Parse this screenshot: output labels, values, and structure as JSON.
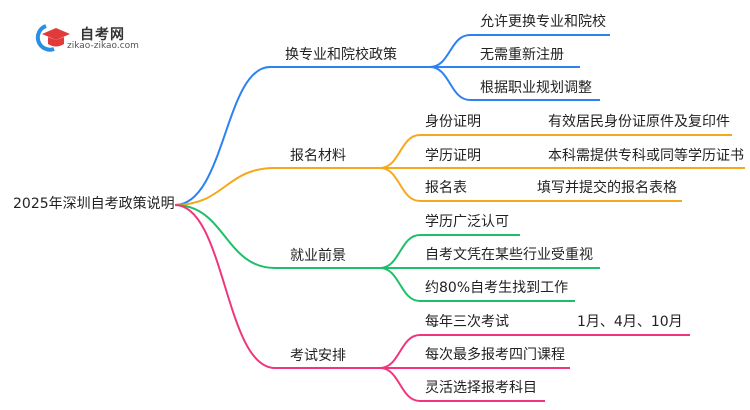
{
  "logo": {
    "title": "自考网",
    "url": "zikao-zikao.com"
  },
  "root": "2025年深圳自考政策说明",
  "colors": {
    "blue": "#2b82f0",
    "orange": "#f5a81c",
    "green": "#1dbf6a",
    "pink": "#f0357c"
  },
  "branches": [
    {
      "label": "换专业和院校政策",
      "leaves": [
        {
          "label": "允许更换专业和院校"
        },
        {
          "label": "无需重新注册"
        },
        {
          "label": "根据职业规划调整"
        }
      ]
    },
    {
      "label": "报名材料",
      "leaves": [
        {
          "label": "身份证明",
          "detail": "有效居民身份证原件及复印件"
        },
        {
          "label": "学历证明",
          "detail": "本科需提供专科或同等学历证书"
        },
        {
          "label": "报名表",
          "detail": "填写并提交的报名表格"
        }
      ]
    },
    {
      "label": "就业前景",
      "leaves": [
        {
          "label": "学历广泛认可"
        },
        {
          "label": "自考文凭在某些行业受重视"
        },
        {
          "label": "约80%自考生找到工作"
        }
      ]
    },
    {
      "label": "考试安排",
      "leaves": [
        {
          "label": "每年三次考试",
          "detail": "1月、4月、10月"
        },
        {
          "label": "每次最多报考四门课程"
        },
        {
          "label": "灵活选择报考科目"
        }
      ]
    }
  ]
}
